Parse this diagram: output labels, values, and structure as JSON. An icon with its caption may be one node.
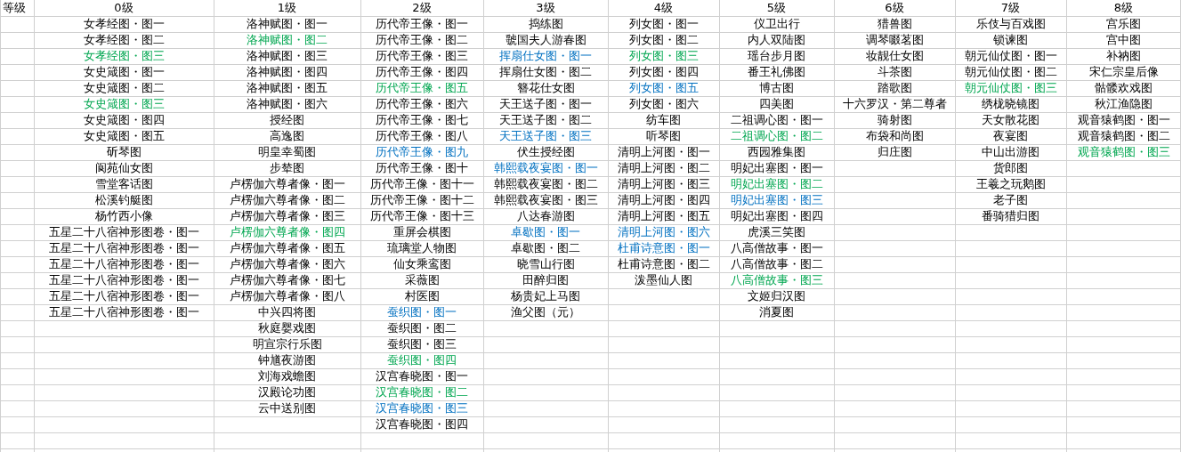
{
  "diagram": {
    "labels": [
      "等级",
      "0级",
      "1级",
      "2级",
      "3级",
      "4级",
      "5级",
      "6级",
      "7级",
      "8级",
      "女孝经图・图一",
      "洛神赋图・图一",
      "历代帝王像・图一",
      "捣练图",
      "列女图・图一",
      "仪卫出行",
      "猎兽图",
      "乐伎与百戏图",
      "宫乐图",
      "女孝经图・图二",
      "洛神赋图・图二",
      "历代帝王像・图二",
      "虢国夫人游春图",
      "列女图・图二",
      "内人双陆图",
      "调琴啜茗图",
      "锁谏图",
      "宫中图",
      "女孝经图・图三",
      "洛神赋图・图三",
      "历代帝王像・图三",
      "挥扇仕女图・图一",
      "列女图・图三",
      "瑶台步月图",
      "妆靓仕女图",
      "朝元仙仗图・图一",
      "补衲图",
      "女史箴图・图一",
      "洛神赋图・图四",
      "历代帝王像・图四",
      "挥扇仕女图・图二",
      "列女图・图四",
      "番王礼佛图",
      "斗茶图",
      "朝元仙仗图・图二",
      "宋仁宗皇后像",
      "女史箴图・图二",
      "洛神赋图・图五",
      "历代帝王像・图五",
      "簪花仕女图",
      "列女图・图五",
      "博古图",
      "踏歌图",
      "朝元仙仗图・图三",
      "骷髅欢戏图",
      "女史箴图・图三",
      "洛神赋图・图六",
      "历代帝王像・图六",
      "天王送子图・图一",
      "列女图・图六",
      "四美图",
      "十六罗汉・第二尊者",
      "绣栊晓镜图",
      "秋江渔隐图",
      "女史箴图・图四",
      "授经图",
      "历代帝王像・图七",
      "天王送子图・图二",
      "纺车图",
      "二祖调心图・图一",
      "骑射图",
      "天女散花图",
      "观音猿鹤图・图一",
      "女史箴图・图五",
      "高逸图",
      "历代帝王像・图八",
      "天王送子图・图三",
      "听琴图",
      "二祖调心图・图二",
      "布袋和尚图",
      "夜宴图",
      "观音猿鹤图・图二",
      "斫琴图",
      "明皇幸蜀图",
      "历代帝王像・图九",
      "伏生授经图",
      "清明上河图・图一",
      "西园雅集图",
      "归庄图",
      "中山出游图",
      "观音猿鹤图・图三",
      "阆苑仙女图",
      "步辇图",
      "历代帝王像・图十",
      "韩熙载夜宴图・图一",
      "清明上河图・图二",
      "明妃出塞图・图一",
      "货郎图",
      "雪堂客话图",
      "卢楞伽六尊者像・图一",
      "历代帝王像・图十一",
      "韩熙载夜宴图・图二",
      "清明上河图・图三",
      "明妃出塞图・图二",
      "王羲之玩鹅图",
      "松溪钓艇图",
      "卢楞伽六尊者像・图二",
      "历代帝王像・图十二",
      "韩熙载夜宴图・图三",
      "清明上河图・图四",
      "明妃出塞图・图三",
      "老子图",
      "杨竹西小像",
      "卢楞伽六尊者像・图三",
      "历代帝王像・图十三",
      "八达春游图",
      "清明上河图・图五",
      "明妃出塞图・图四",
      "番骑猎归图",
      "五星二十八宿神形图卷・图一",
      "卢楞伽六尊者像・图四",
      "重屏会棋图",
      "卓歇图・图一",
      "清明上河图・图六",
      "虎溪三笑图",
      "五星二十八宿神形图卷・图一",
      "卢楞伽六尊者像・图五",
      "琉璃堂人物图",
      "卓歇图・图二",
      "杜甫诗意图・图一",
      "八高僧故事・图一",
      "五星二十八宿神形图卷・图一",
      "卢楞伽六尊者像・图六",
      "仙女乘鸾图",
      "晓雪山行图",
      "杜甫诗意图・图二",
      "八高僧故事・图二",
      "五星二十八宿神形图卷・图一",
      "卢楞伽六尊者像・图七",
      "采薇图",
      "田醉归图",
      "泼墨仙人图",
      "八高僧故事・图三",
      "五星二十八宿神形图卷・图一",
      "卢楞伽六尊者像・图八",
      "村医图",
      "杨贵妃上马图",
      "文姬归汉图",
      "五星二十八宿神形图卷・图一",
      "中兴四将图",
      "蚕织图・图一",
      "渔父图（元）",
      "消夏图",
      "秋庭婴戏图",
      "蚕织图・图二",
      "明宣宗行乐图",
      "蚕织图・图三",
      "钟馗夜游图",
      "蚕织图・图四",
      "刘海戏蟾图",
      "汉宫春晓图・图一",
      "汉殿论功图",
      "汉宫春晓图・图二",
      "云中送别图",
      "汉宫春晓图・图三",
      "汉宫春晓图・图四"
    ]
  }
}
